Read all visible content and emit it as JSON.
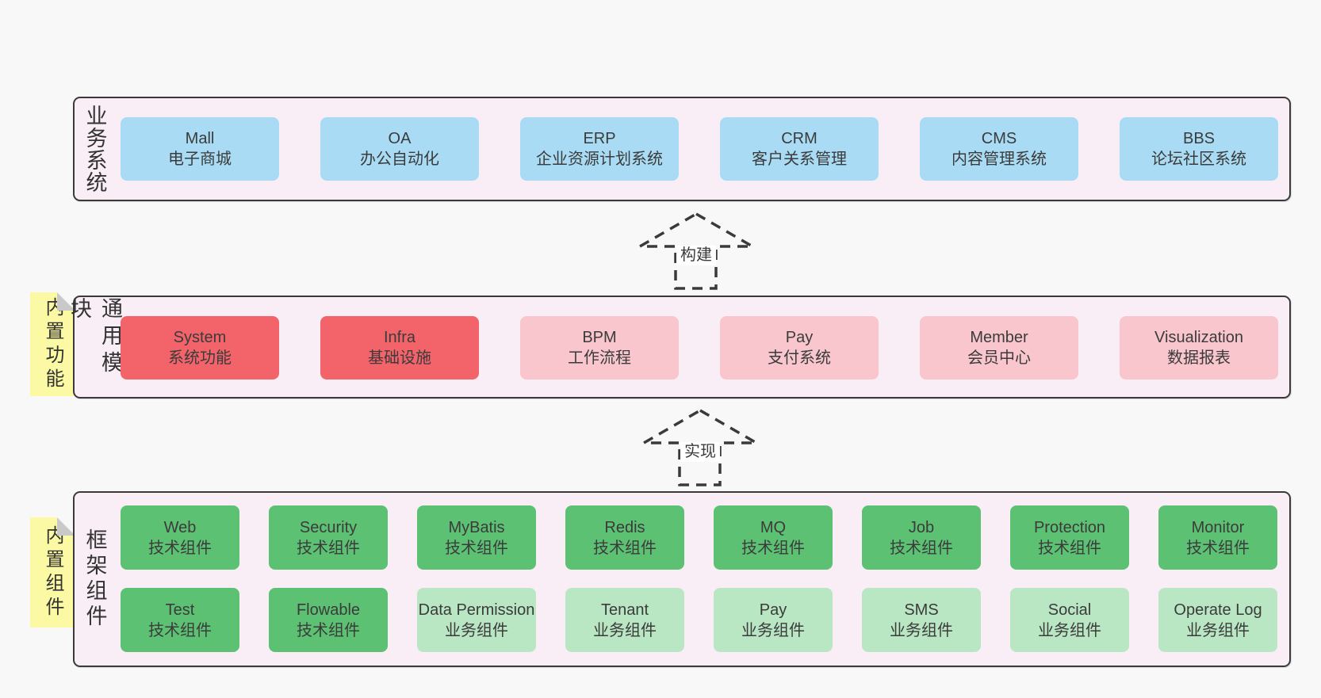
{
  "colors": {
    "page_bg": "#f8f8f8",
    "panel_bg": "#f9eef6",
    "panel_border": "#3a3a3a",
    "blue": "#a9dcf4",
    "red": "#f2646a",
    "pink": "#f9c6ce",
    "green": "#5cc173",
    "light_green": "#b9e6c3",
    "note_yellow": "#fbf9a3",
    "note_fold": "#c9c9c9",
    "text": "#3b3b3b"
  },
  "arrows": [
    {
      "label": "构建"
    },
    {
      "label": "实现"
    }
  ],
  "layers": {
    "business": {
      "label": "业务系统",
      "boxes": [
        {
          "title": "Mall",
          "subtitle": "电子商城",
          "variant": "blue"
        },
        {
          "title": "OA",
          "subtitle": "办公自动化",
          "variant": "blue"
        },
        {
          "title": "ERP",
          "subtitle": "企业资源计划系统",
          "variant": "blue"
        },
        {
          "title": "CRM",
          "subtitle": "客户关系管理",
          "variant": "blue"
        },
        {
          "title": "CMS",
          "subtitle": "内容管理系统",
          "variant": "blue"
        },
        {
          "title": "BBS",
          "subtitle": "论坛社区系统",
          "variant": "blue"
        }
      ]
    },
    "modules": {
      "label": "通用模块",
      "note": "内置功能",
      "boxes": [
        {
          "title": "System",
          "subtitle": "系统功能",
          "variant": "red"
        },
        {
          "title": "Infra",
          "subtitle": "基础设施",
          "variant": "red"
        },
        {
          "title": "BPM",
          "subtitle": "工作流程",
          "variant": "pink"
        },
        {
          "title": "Pay",
          "subtitle": "支付系统",
          "variant": "pink"
        },
        {
          "title": "Member",
          "subtitle": "会员中心",
          "variant": "pink"
        },
        {
          "title": "Visualization",
          "subtitle": "数据报表",
          "variant": "pink"
        }
      ]
    },
    "components": {
      "label": "框架组件",
      "note": "内置组件",
      "rows": [
        [
          {
            "title": "Web",
            "subtitle": "技术组件",
            "variant": "green"
          },
          {
            "title": "Security",
            "subtitle": "技术组件",
            "variant": "green"
          },
          {
            "title": "MyBatis",
            "subtitle": "技术组件",
            "variant": "green"
          },
          {
            "title": "Redis",
            "subtitle": "技术组件",
            "variant": "green"
          },
          {
            "title": "MQ",
            "subtitle": "技术组件",
            "variant": "green"
          },
          {
            "title": "Job",
            "subtitle": "技术组件",
            "variant": "green"
          },
          {
            "title": "Protection",
            "subtitle": "技术组件",
            "variant": "green"
          },
          {
            "title": "Monitor",
            "subtitle": "技术组件",
            "variant": "green"
          }
        ],
        [
          {
            "title": "Test",
            "subtitle": "技术组件",
            "variant": "green"
          },
          {
            "title": "Flowable",
            "subtitle": "技术组件",
            "variant": "green"
          },
          {
            "title": "Data Permission",
            "subtitle": "业务组件",
            "variant": "light_green"
          },
          {
            "title": "Tenant",
            "subtitle": "业务组件",
            "variant": "light_green"
          },
          {
            "title": "Pay",
            "subtitle": "业务组件",
            "variant": "light_green"
          },
          {
            "title": "SMS",
            "subtitle": "业务组件",
            "variant": "light_green"
          },
          {
            "title": "Social",
            "subtitle": "业务组件",
            "variant": "light_green"
          },
          {
            "title": "Operate Log",
            "subtitle": "业务组件",
            "variant": "light_green"
          }
        ]
      ]
    }
  }
}
